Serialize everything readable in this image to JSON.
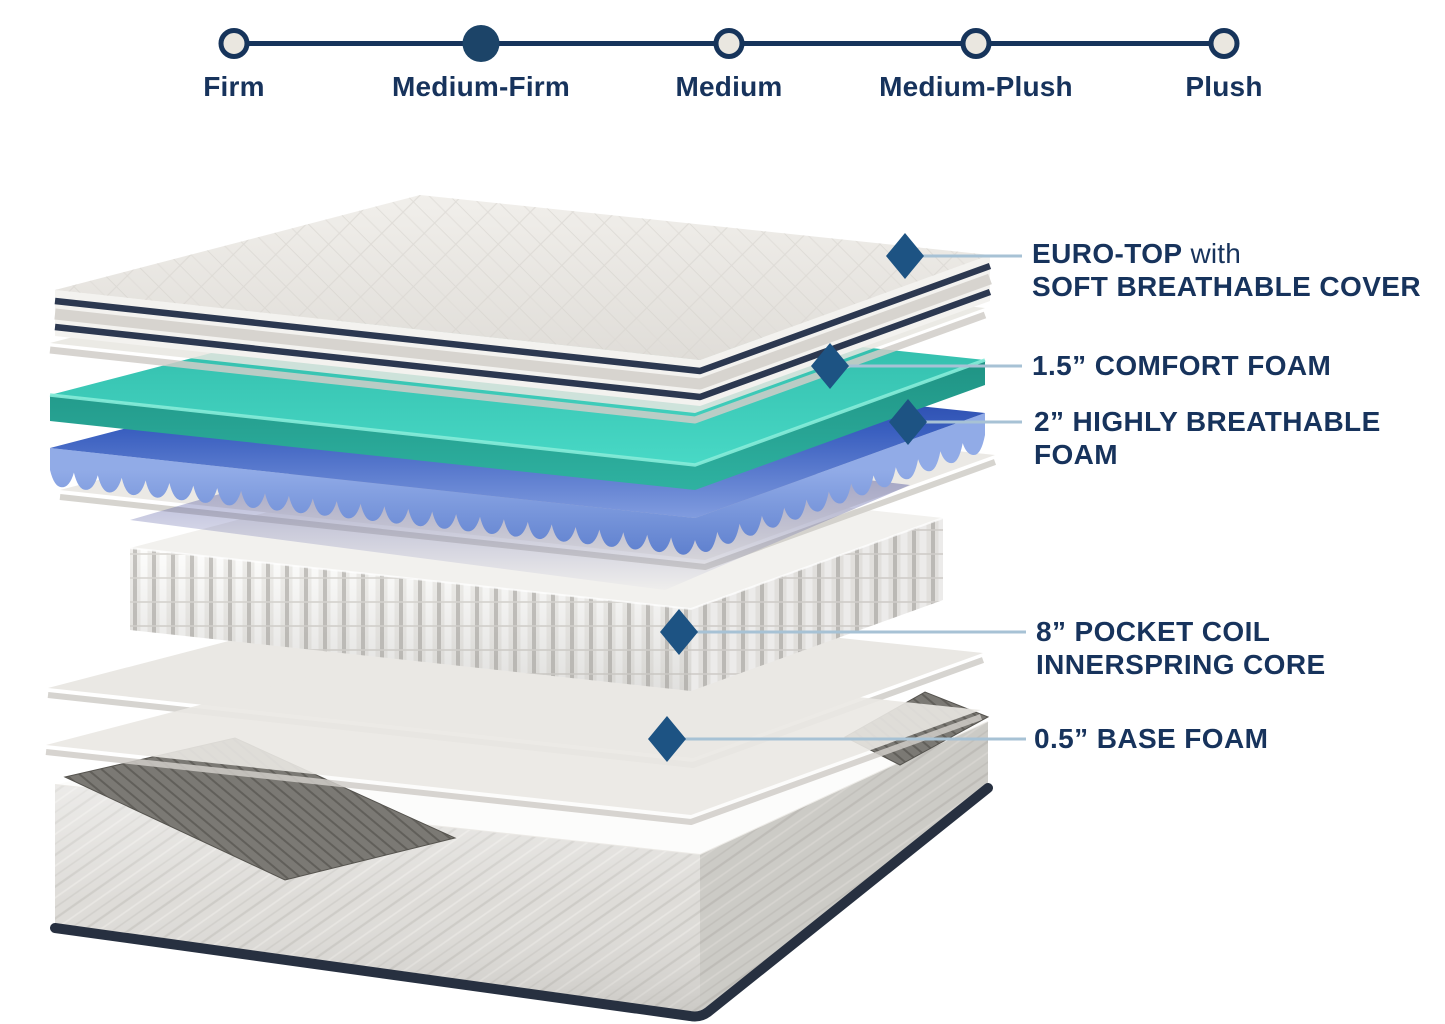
{
  "page": {
    "background": "#ffffff"
  },
  "firmness_scale": {
    "selected_label": "Medium-Firm",
    "options": [
      {
        "label": "Firm",
        "selected": false
      },
      {
        "label": "Medium-Firm",
        "selected": true
      },
      {
        "label": "Medium",
        "selected": false
      },
      {
        "label": "Medium-Plush",
        "selected": false
      },
      {
        "label": "Plush",
        "selected": false
      }
    ]
  },
  "callouts": [
    {
      "id": "euro-top",
      "line1_bold": "EURO-TOP",
      "line1_light": " with",
      "line2": "SOFT BREATHABLE COVER"
    },
    {
      "id": "comfort-foam",
      "line1_bold": "1.5” COMFORT FOAM"
    },
    {
      "id": "breathable-foam",
      "line1_bold": "2” HIGHLY BREATHABLE",
      "line2": "FOAM"
    },
    {
      "id": "pocket-coil",
      "line1_bold": "8” POCKET COIL",
      "line2": "INNERSPRING CORE"
    },
    {
      "id": "base-foam",
      "line1_bold": "0.5” BASE FOAM"
    }
  ],
  "colors": {
    "navy_text": "#17335c",
    "track_navy": "#16345b",
    "selected_dot": "#1c4468",
    "unselected_dot_fill": "#eae7e0",
    "diamond_marker": "#1d5383",
    "connector_line": "#a7c2d5",
    "teal_foam": "#3ecfbc",
    "blue_foam": "#3b60c0",
    "euro_top_piping": "#2c3850",
    "base_piping": "#273040"
  }
}
